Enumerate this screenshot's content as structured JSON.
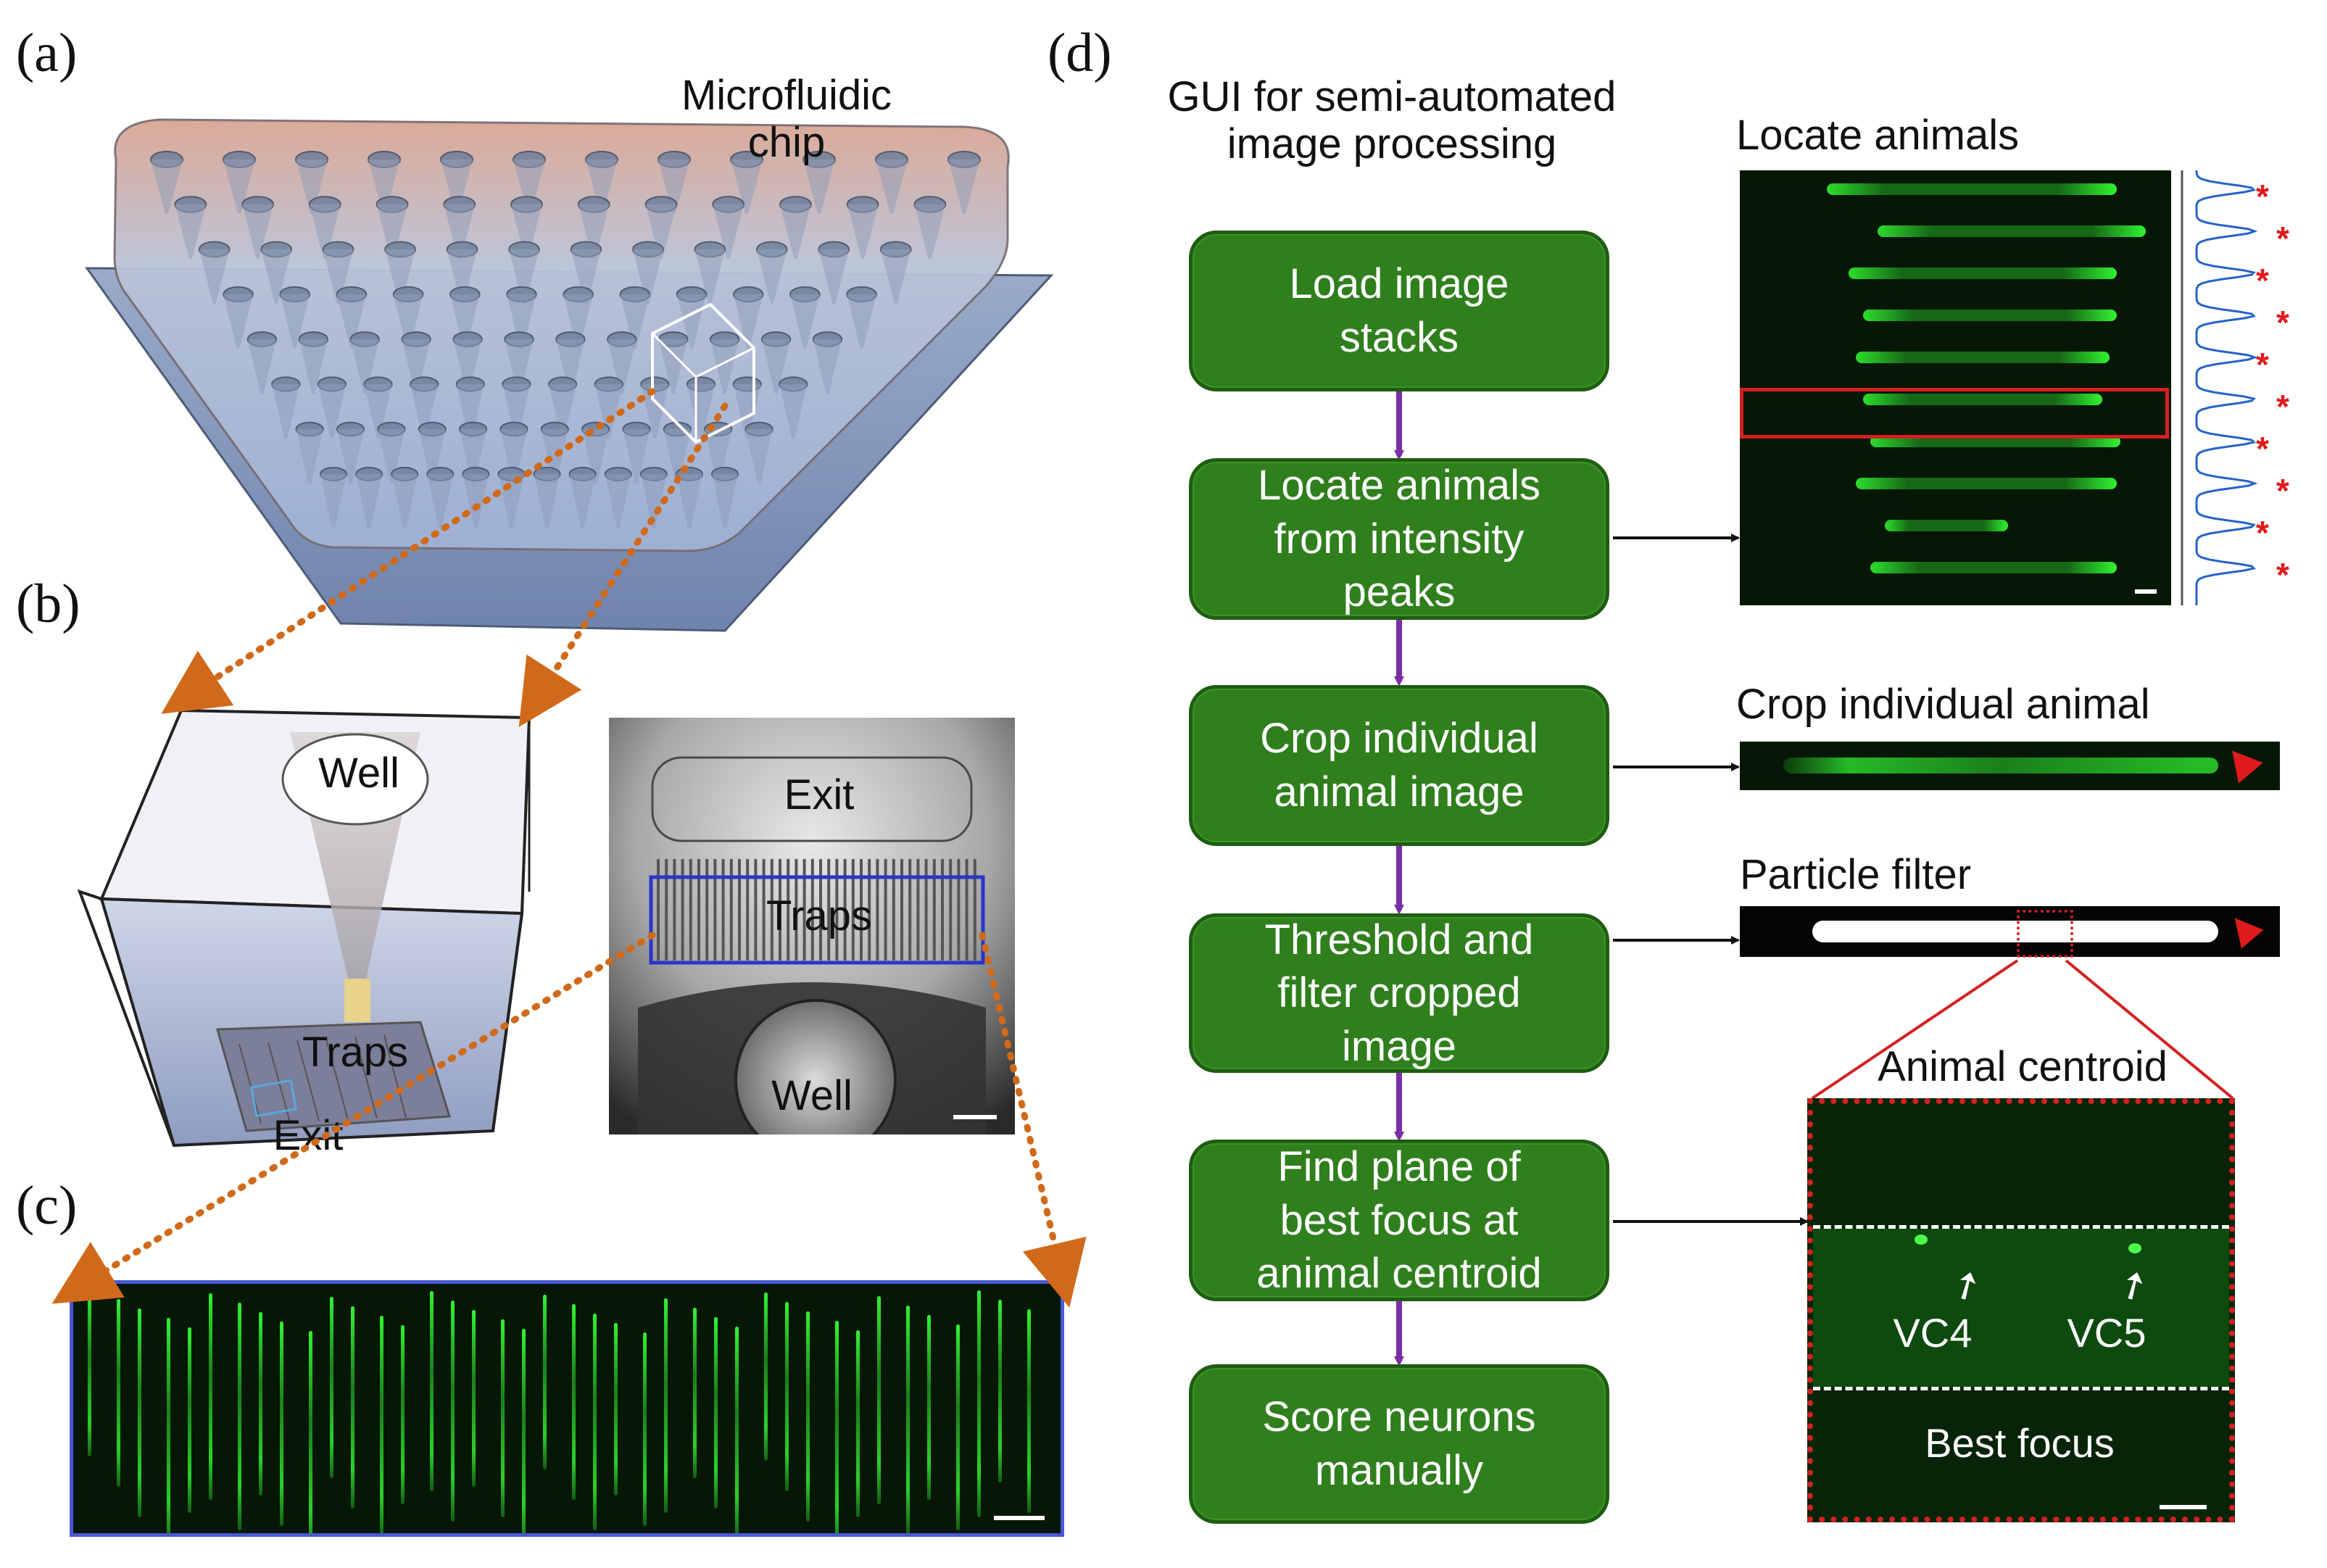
{
  "panels": {
    "a": {
      "label": "(a)",
      "chip_label": "Microfluidic\nchip"
    },
    "b": {
      "label": "(b)",
      "well": "Well",
      "traps": "Traps",
      "exit": "Exit",
      "photo_exit": "Exit",
      "photo_traps": "Traps",
      "photo_well": "Well"
    },
    "c": {
      "label": "(c)"
    },
    "d": {
      "label": "(d)",
      "gui_title": "GUI for semi-automated\nimage processing"
    }
  },
  "flow_steps": [
    {
      "text": "Load image\nstacks"
    },
    {
      "text": "Locate animals\nfrom intensity\npeaks"
    },
    {
      "text": "Crop individual\nanimal image"
    },
    {
      "text": "Threshold and\nfilter cropped\nimage"
    },
    {
      "text": "Find plane of\nbest focus at\nanimal centroid"
    },
    {
      "text": "Score neurons\nmanually"
    }
  ],
  "images": {
    "locate": {
      "title": "Locate animals",
      "peak_marker": "*"
    },
    "crop": {
      "title": "Crop individual animal"
    },
    "particle": {
      "title": "Particle filter"
    },
    "centroid": {
      "title": "Animal centroid",
      "neuron1": "VC4",
      "neuron2": "VC5",
      "caption": "Best focus"
    }
  },
  "colors": {
    "flow_box": "#2f7f1d",
    "flow_arrow": "#7a2fa6",
    "zoom_arrow": "#d06a1a",
    "zoom_box": "#d42020",
    "fluorescence": "#33ff33",
    "peak_trace": "#2563c9",
    "peak_marker": "#e01b1b"
  },
  "icons": [
    "flow-down-arrow-icon",
    "connector-arrow-icon",
    "red-pointer-arrow-icon",
    "white-pointer-arrow-icon",
    "scale-bar-icon"
  ]
}
